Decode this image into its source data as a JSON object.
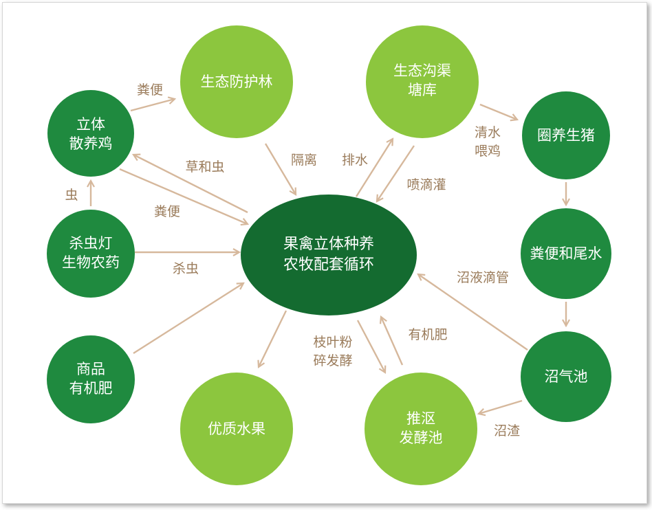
{
  "colors": {
    "dark_node": "#1f8a3f",
    "light_node": "#8cc63e",
    "center_node": "#146b30",
    "arrow": "#d6b89c",
    "label": "#9a7b5a"
  },
  "center": {
    "line1": "果禽立体种养",
    "line2": "农牧配套循环"
  },
  "nodes": {
    "chicken": {
      "line1": "立体",
      "line2": "散养鸡"
    },
    "forest": {
      "line1": "生态防护林"
    },
    "ditch": {
      "line1": "生态沟渠",
      "line2": "塘库"
    },
    "pig": {
      "line1": "圈养生猪"
    },
    "manure": {
      "line1": "粪便和尾水"
    },
    "biogas": {
      "line1": "沼气池"
    },
    "compost": {
      "line1": "推沤",
      "line2": "发酵池"
    },
    "fruit": {
      "line1": "优质水果"
    },
    "fertilizer": {
      "line1": "商品",
      "line2": "有机肥"
    },
    "pest": {
      "line1": "杀虫灯",
      "line2": "生物农药"
    }
  },
  "edge_labels": {
    "chicken_to_forest": "粪便",
    "center_to_chicken": "草和虫",
    "chicken_to_center": "粪便",
    "pest_to_chicken": "虫",
    "pest_to_center": "杀虫",
    "forest_to_center": "隔离",
    "center_to_ditch": "排水",
    "ditch_to_center": "喷滴灌",
    "ditch_to_pig_1": "清水",
    "ditch_to_pig_2": "喂鸡",
    "biogas_to_center": "沼液滴管",
    "biogas_to_compost": "沼渣",
    "compost_to_center": "有机肥",
    "center_to_compost_1": "枝叶粉",
    "center_to_compost_2": "碎发酵"
  }
}
